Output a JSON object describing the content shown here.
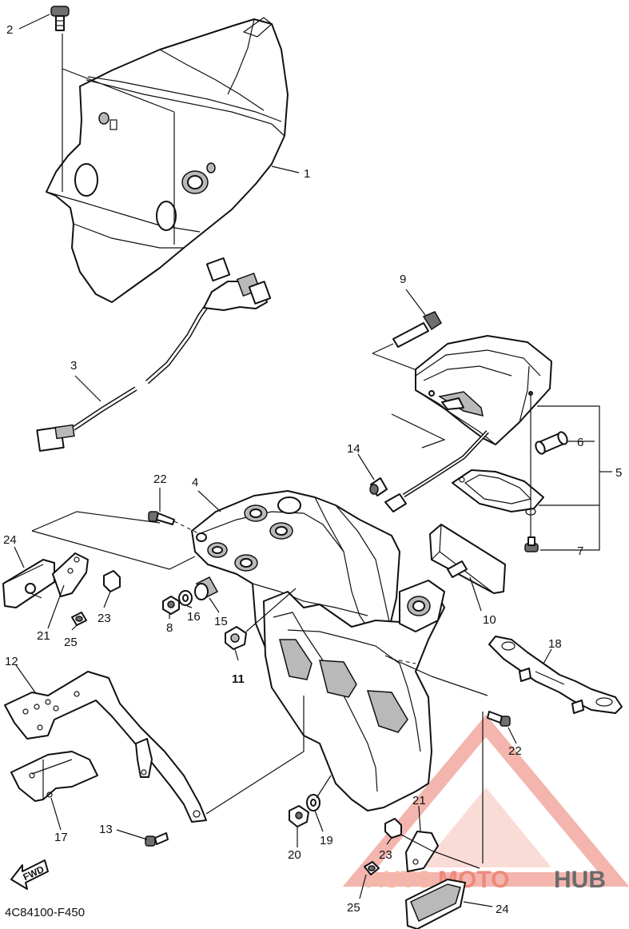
{
  "diagram_code": "4C84100-F450",
  "direction_label": "FWD",
  "watermark": {
    "part1": "AUTO",
    "part2": "MOTO",
    "part3": "HUB",
    "color": "#e8574a"
  },
  "callouts": {
    "c1": "1",
    "c2": "2",
    "c3": "3",
    "c4": "4",
    "c5": "5",
    "c6": "6",
    "c7": "7",
    "c8": "8",
    "c9": "9",
    "c10": "10",
    "c11": "11",
    "c12": "12",
    "c13": "13",
    "c14": "14",
    "c15": "15",
    "c16": "16",
    "c17": "17",
    "c18": "18",
    "c19": "19",
    "c20": "20",
    "c21a": "21",
    "c21b": "21",
    "c22a": "22",
    "c22b": "22",
    "c23a": "23",
    "c23b": "23",
    "c24a": "24",
    "c24b": "24",
    "c25a": "25",
    "c25b": "25"
  }
}
